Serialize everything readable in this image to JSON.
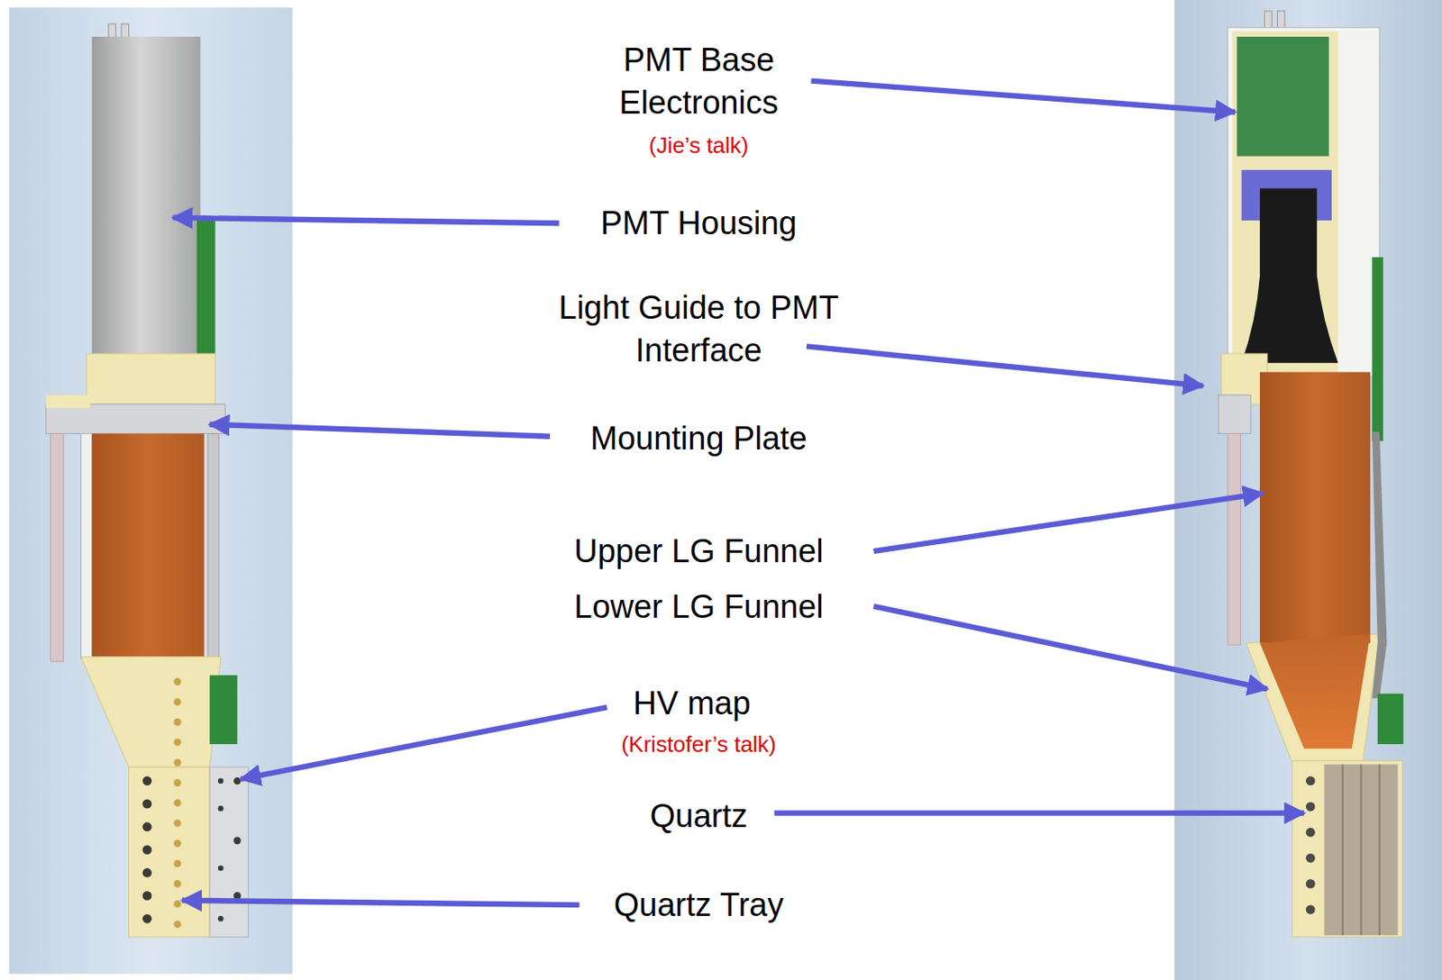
{
  "diagram": {
    "labels": [
      "PMT Base Electronics",
      "(Jie’s talk)",
      "PMT Housing",
      "Light Guide to PMT Interface",
      "Mounting Plate",
      "Upper LG Funnel",
      "Lower LG Funnel",
      "HV map",
      "(Kristofer’s talk)",
      "Quartz",
      "Quartz Tray"
    ]
  }
}
